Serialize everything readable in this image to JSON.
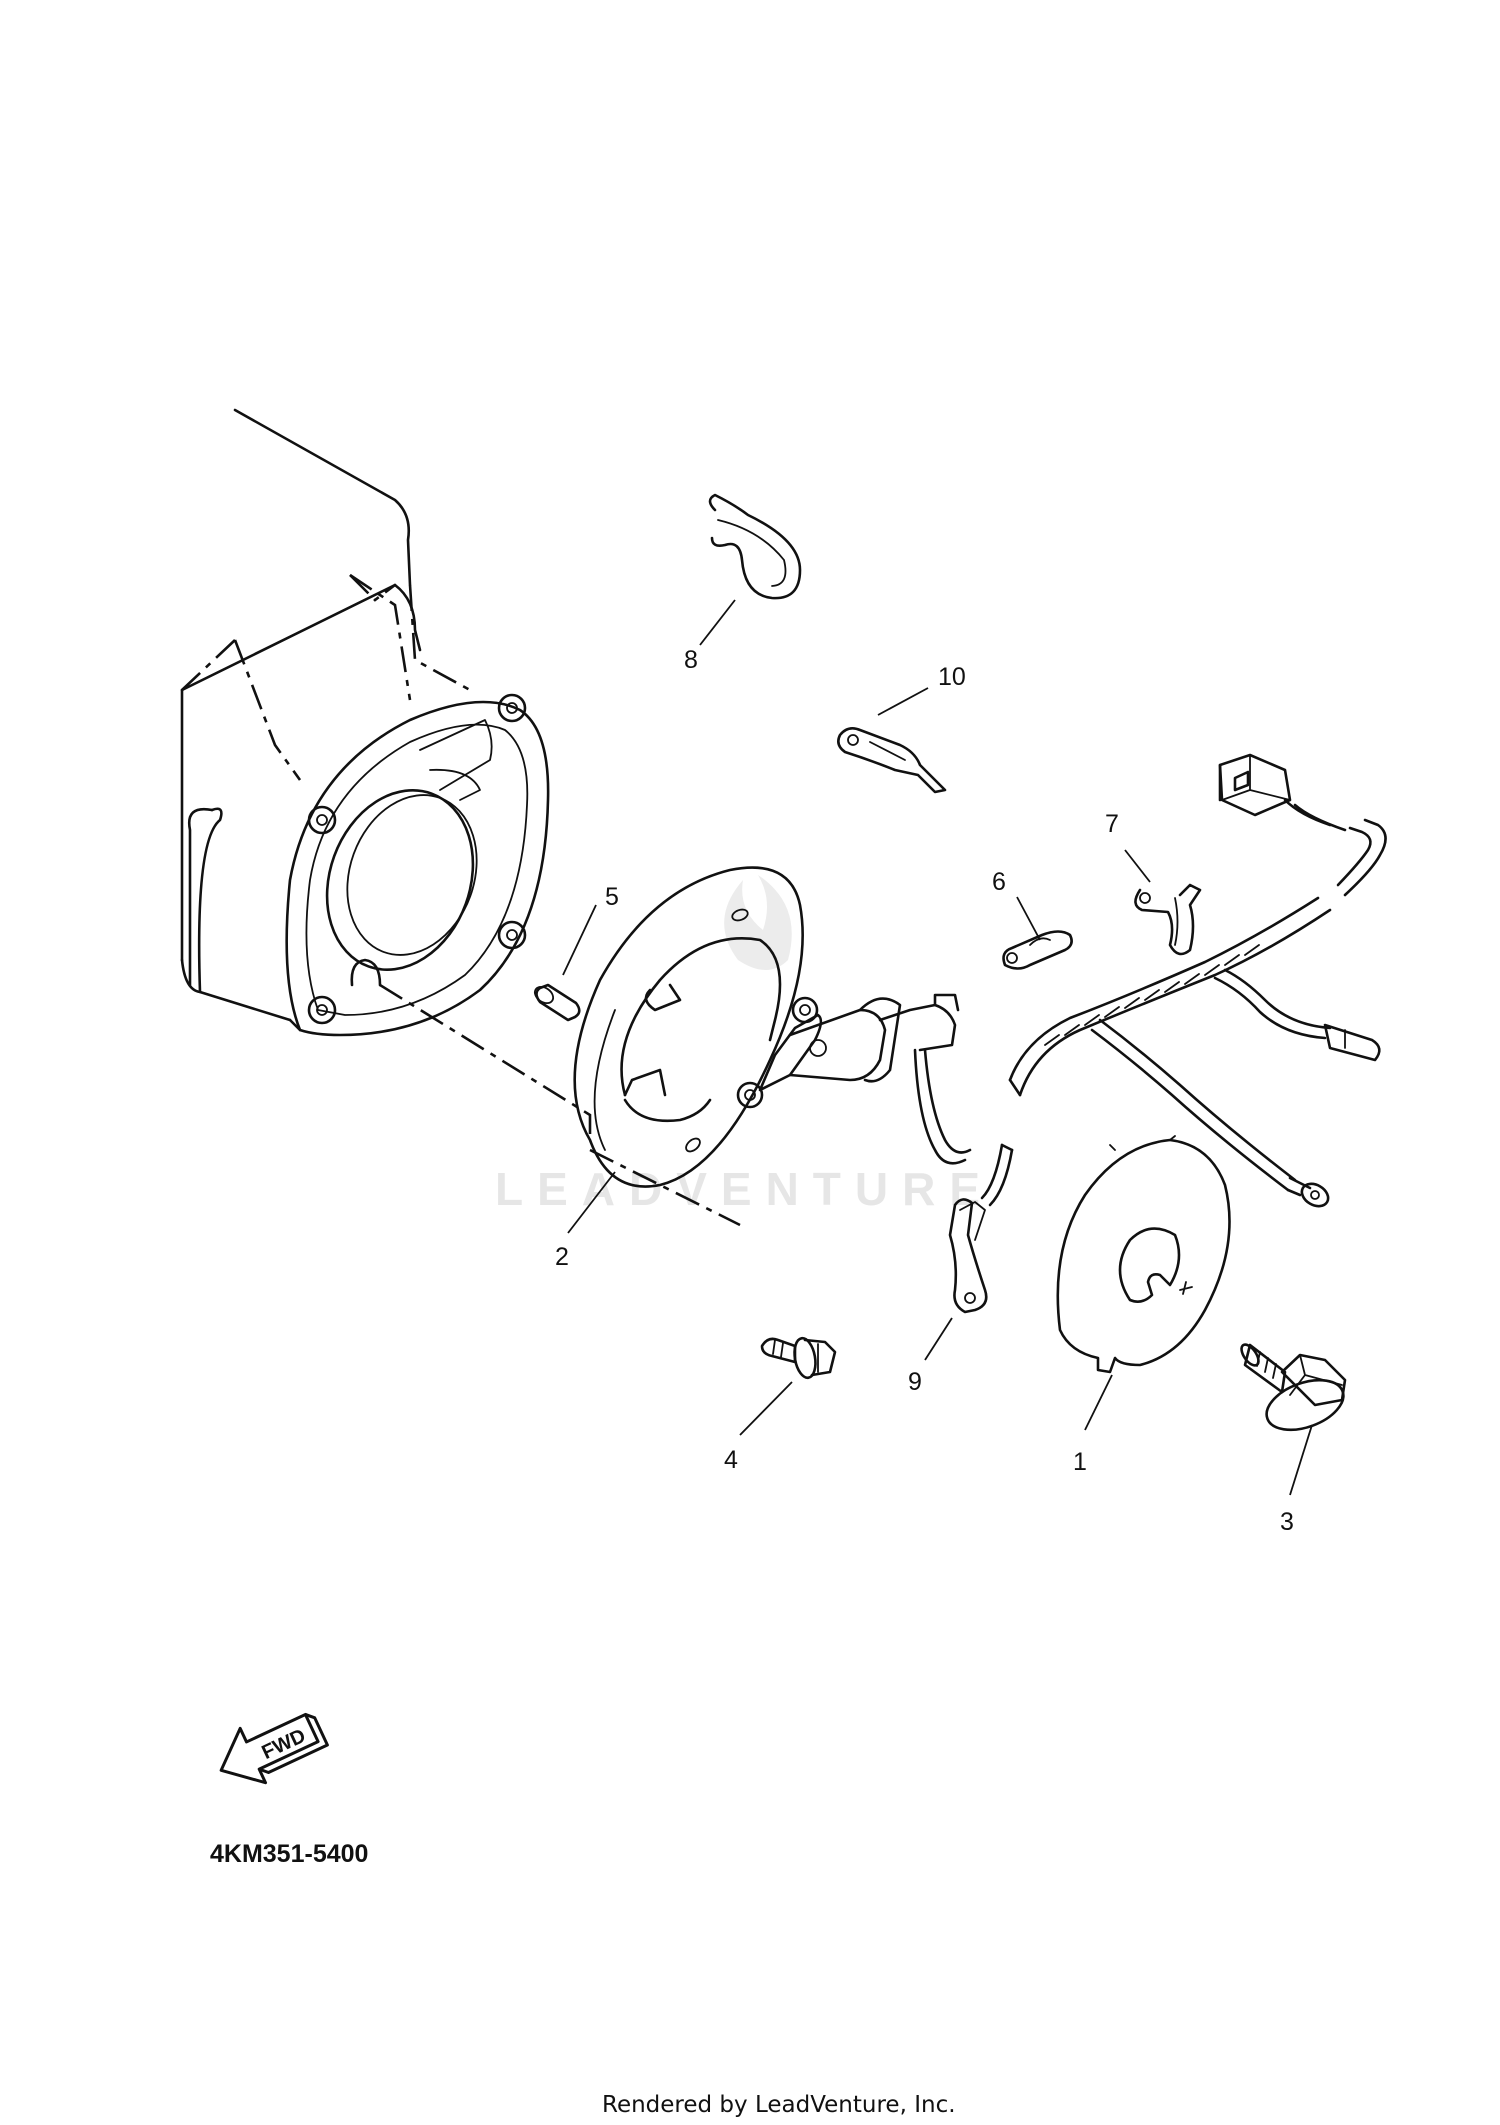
{
  "diagram": {
    "callouts": [
      {
        "id": "1",
        "label": "1"
      },
      {
        "id": "2",
        "label": "2"
      },
      {
        "id": "3",
        "label": "3"
      },
      {
        "id": "4",
        "label": "4"
      },
      {
        "id": "5",
        "label": "5"
      },
      {
        "id": "6",
        "label": "6"
      },
      {
        "id": "7",
        "label": "7"
      },
      {
        "id": "8",
        "label": "8"
      },
      {
        "id": "9",
        "label": "9"
      },
      {
        "id": "10",
        "label": "10"
      }
    ],
    "fwd_arrow_label": "FWD",
    "diagram_code": "4KM351-5400",
    "watermark": "LEADVENTURE",
    "footer": "Rendered by LeadVenture, Inc."
  }
}
